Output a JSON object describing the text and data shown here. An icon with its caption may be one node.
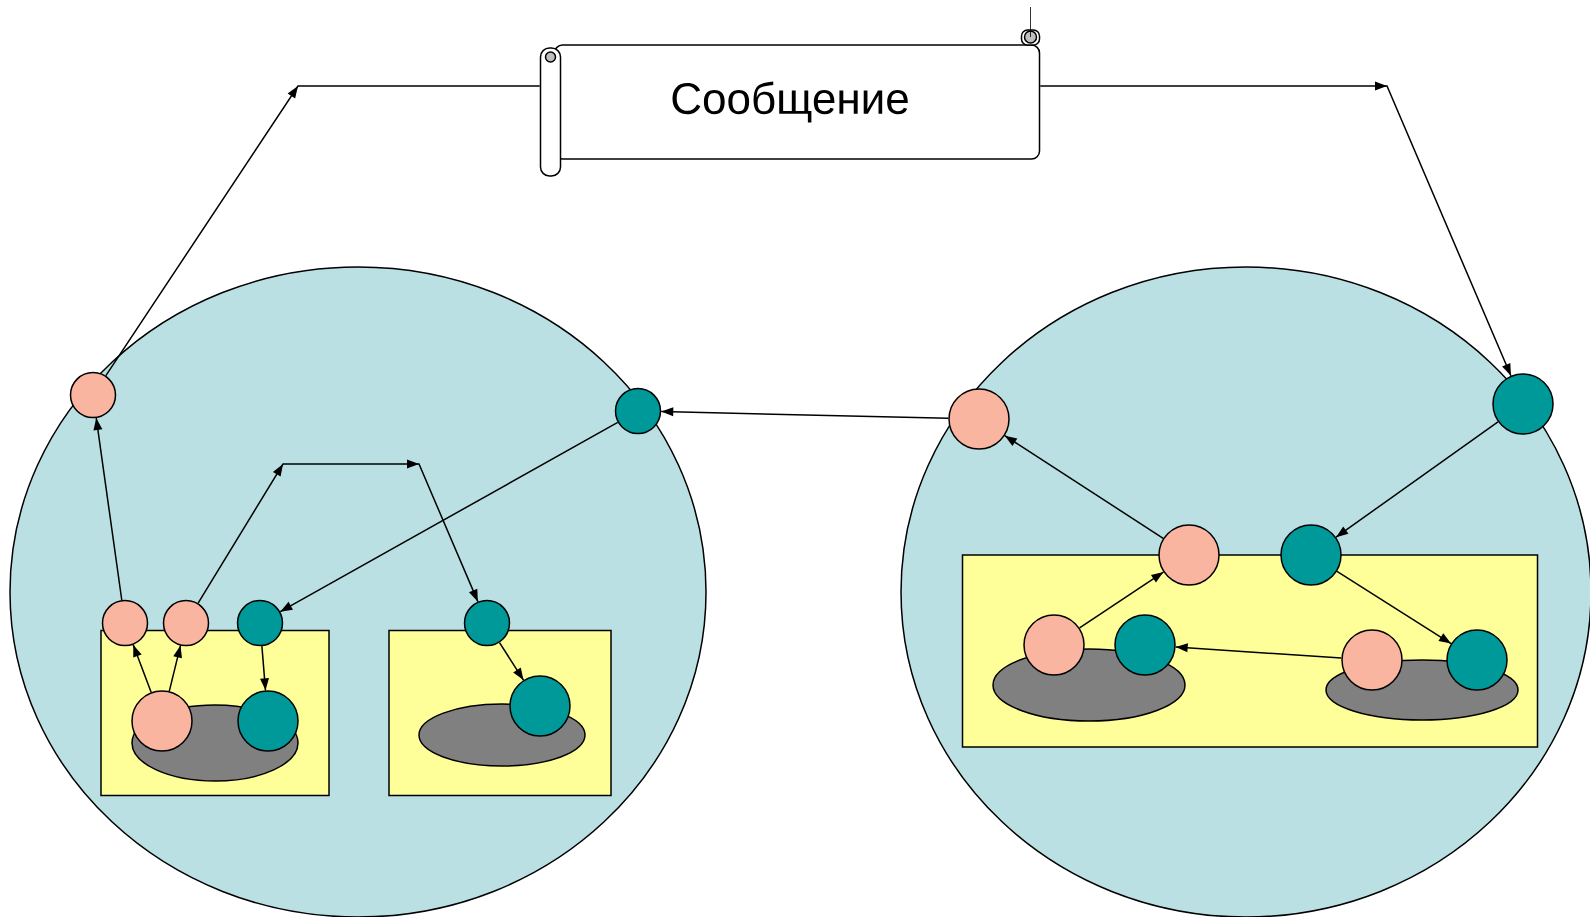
{
  "diagram": {
    "nodes": [
      {
        "text": [
          "Сообщение"
        ]
      },
      {
        "text": [],
        "shape": "ellipse"
      },
      {
        "text": [],
        "shape": "ellipse"
      },
      {
        "text": [],
        "shape": "box",
        "in": 1
      },
      {
        "text": [],
        "shape": "box",
        "in": 1
      },
      {
        "text": [],
        "shape": "ellipse",
        "in": 3
      },
      {
        "text": [],
        "shape": "ellipse",
        "in": 4
      },
      {
        "text": [],
        "shape": "circle",
        "in": 1
      },
      {
        "text": [],
        "shape": "circle",
        "in": 1
      },
      {
        "text": [],
        "shape": "circle",
        "in": 1
      },
      {
        "text": [],
        "shape": "circle",
        "in": 1
      },
      {
        "text": [],
        "shape": "circle",
        "in": 1
      },
      {
        "text": [],
        "shape": "circle",
        "in": 3
      },
      {
        "text": [],
        "shape": "circle",
        "in": 3
      },
      {
        "text": [],
        "shape": "circle",
        "in": 1
      },
      {
        "text": [],
        "shape": "circle",
        "in": 4
      },
      {
        "text": [],
        "shape": "box",
        "in": 2
      },
      {
        "text": [],
        "shape": "ellipse",
        "in": 16
      },
      {
        "text": [],
        "shape": "ellipse",
        "in": 16
      },
      {
        "text": [],
        "shape": "circle",
        "in": 2
      },
      {
        "text": [],
        "shape": "circle",
        "in": 2
      },
      {
        "text": [],
        "shape": "circle",
        "in": 2
      },
      {
        "text": [],
        "shape": "circle",
        "in": 2
      },
      {
        "text": [],
        "shape": "circle",
        "in": 16
      },
      {
        "text": [],
        "shape": "circle",
        "in": 16
      },
      {
        "text": [],
        "shape": "circle",
        "in": 16
      },
      {
        "text": [],
        "shape": "circle",
        "in": 16
      }
    ],
    "edges": [
      {
        "from": 7,
        "to": 0,
        "arrow": "to"
      },
      {
        "from": 0,
        "to": 20,
        "arrow": "to"
      },
      {
        "from": 19,
        "to": 8,
        "arrow": "to"
      },
      {
        "from": 8,
        "to": 11,
        "arrow": "to"
      },
      {
        "from": 9,
        "to": 7,
        "arrow": "to"
      },
      {
        "from": 12,
        "to": 9,
        "arrow": "to"
      },
      {
        "from": 12,
        "to": 10,
        "arrow": "to"
      },
      {
        "from": 11,
        "to": 13,
        "arrow": "to"
      },
      {
        "from": 10,
        "to": 14,
        "arrow": "to"
      },
      {
        "from": 14,
        "to": 15,
        "arrow": "to"
      },
      {
        "from": 20,
        "to": 22,
        "arrow": "to"
      },
      {
        "from": 21,
        "to": 19,
        "arrow": "to"
      },
      {
        "from": 23,
        "to": 21,
        "arrow": "to"
      },
      {
        "from": 22,
        "to": 26,
        "arrow": "to"
      },
      {
        "from": 25,
        "to": 24,
        "arrow": "to"
      }
    ]
  }
}
